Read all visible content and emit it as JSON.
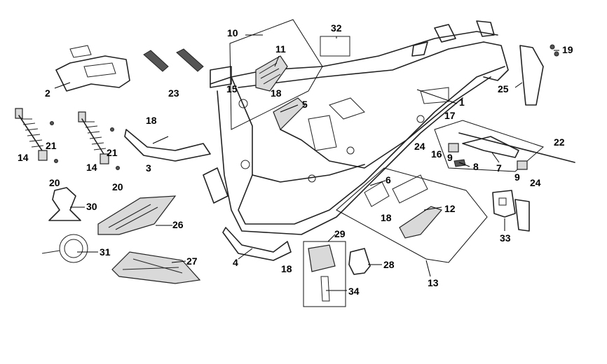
{
  "callouts": {
    "n1": "1",
    "n2": "2",
    "n3": "3",
    "n4": "4",
    "n5": "5",
    "n6": "6",
    "n7": "7",
    "n8": "8",
    "n9a": "9",
    "n9b": "9",
    "n10": "10",
    "n11": "11",
    "n12": "12",
    "n13": "13",
    "n14a": "14",
    "n14b": "14",
    "n15": "15",
    "n16": "16",
    "n17": "17",
    "n18a": "18",
    "n18b": "18",
    "n18c": "18",
    "n18d": "18",
    "n19": "19",
    "n20a": "20",
    "n20b": "20",
    "n21a": "21",
    "n21b": "21",
    "n22": "22",
    "n23": "23",
    "n24a": "24",
    "n24b": "24",
    "n25": "25",
    "n26": "26",
    "n27": "27",
    "n28": "28",
    "n29": "29",
    "n30": "30",
    "n31": "31",
    "n32": "32",
    "n33": "33",
    "n34": "34"
  },
  "colors": {
    "line": "#222222",
    "background": "#ffffff",
    "label": "#000000"
  }
}
